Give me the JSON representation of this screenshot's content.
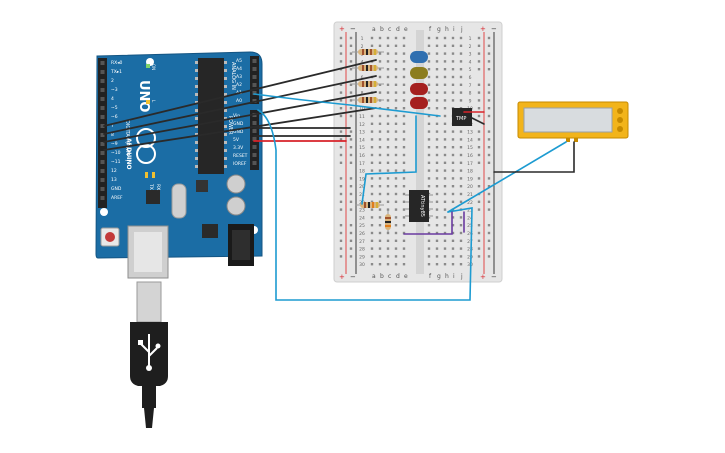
{
  "board": {
    "brand": "ARDUINO",
    "model": "UNO",
    "digital_pins_label": "DIGITAL (PWM~)",
    "analog_in_label": "ANALOG IN",
    "power_label": "POWER",
    "tx_label": "TX",
    "rx_label": "RX",
    "on_label": "ON",
    "l_label": "L",
    "digital_pins": [
      "AREF",
      "GND",
      "13",
      "12",
      "~11",
      "~10",
      "~9",
      "8",
      "7",
      "~6",
      "~5",
      "4",
      "~3",
      "2",
      "TX▸1",
      "RX◂0"
    ],
    "power_pins": [
      "IOREF",
      "RESET",
      "3.3V",
      "5V",
      "GND",
      "GND",
      "Vin"
    ],
    "analog_pins": [
      "A0",
      "A1",
      "A2",
      "A3",
      "A4",
      "A5"
    ]
  },
  "breadboard": {
    "columns_left": [
      "a",
      "b",
      "c",
      "d",
      "e"
    ],
    "columns_right": [
      "f",
      "g",
      "h",
      "i",
      "j"
    ],
    "row_count": 30,
    "rail_plus": "+",
    "rail_minus": "−"
  },
  "chips": {
    "small_chip_label": "TMP",
    "main_chip_label": "ATtiny85"
  },
  "led_colors": [
    "#2f6fb0",
    "#8c7d1e",
    "#a5201f",
    "#a5201f"
  ],
  "wire_colors": {
    "black": "#2a2a2a",
    "red": "#d8232a",
    "blue": "#1d9bd1",
    "purple": "#6a3aa0",
    "gray": "#888888"
  },
  "lcd": {
    "display_text": ""
  }
}
